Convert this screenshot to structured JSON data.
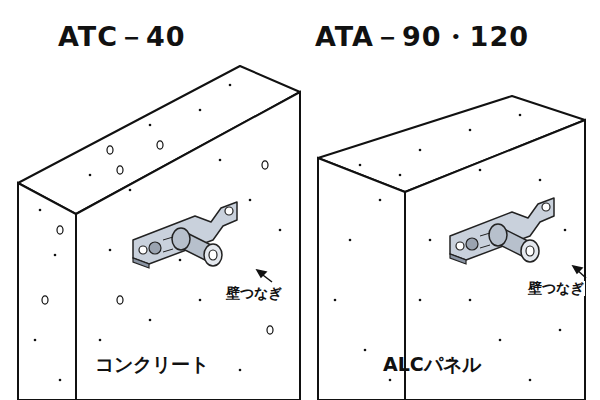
{
  "diagram": {
    "labels": [
      "ATC－40",
      "壁つなぎ",
      "コンクリート",
      "ATA－90・120",
      "壁つなぎ",
      "ALCパネル"
    ]
  }
}
